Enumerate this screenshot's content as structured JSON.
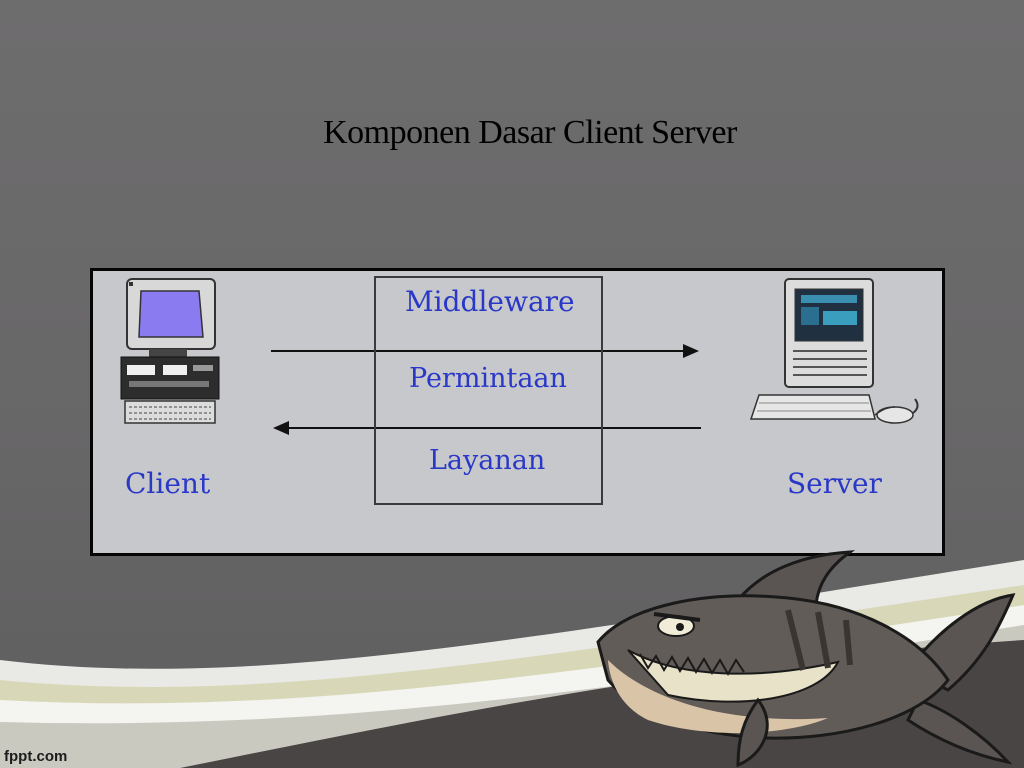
{
  "slide": {
    "title": "Komponen Dasar Client Server",
    "footer_brand": "fppt.com"
  },
  "diagram": {
    "client_label": "Client",
    "server_label": "Server",
    "middleware_label": "Middleware",
    "request_label": "Permintaan",
    "response_label": "Layanan",
    "request_direction": "client-to-server",
    "response_direction": "server-to-client",
    "label_color": "#2a38c8",
    "panel_color": "#c7c8cb"
  },
  "decoration": {
    "mascot": "shark-icon",
    "background": "gray-gradient-with-swoosh"
  }
}
